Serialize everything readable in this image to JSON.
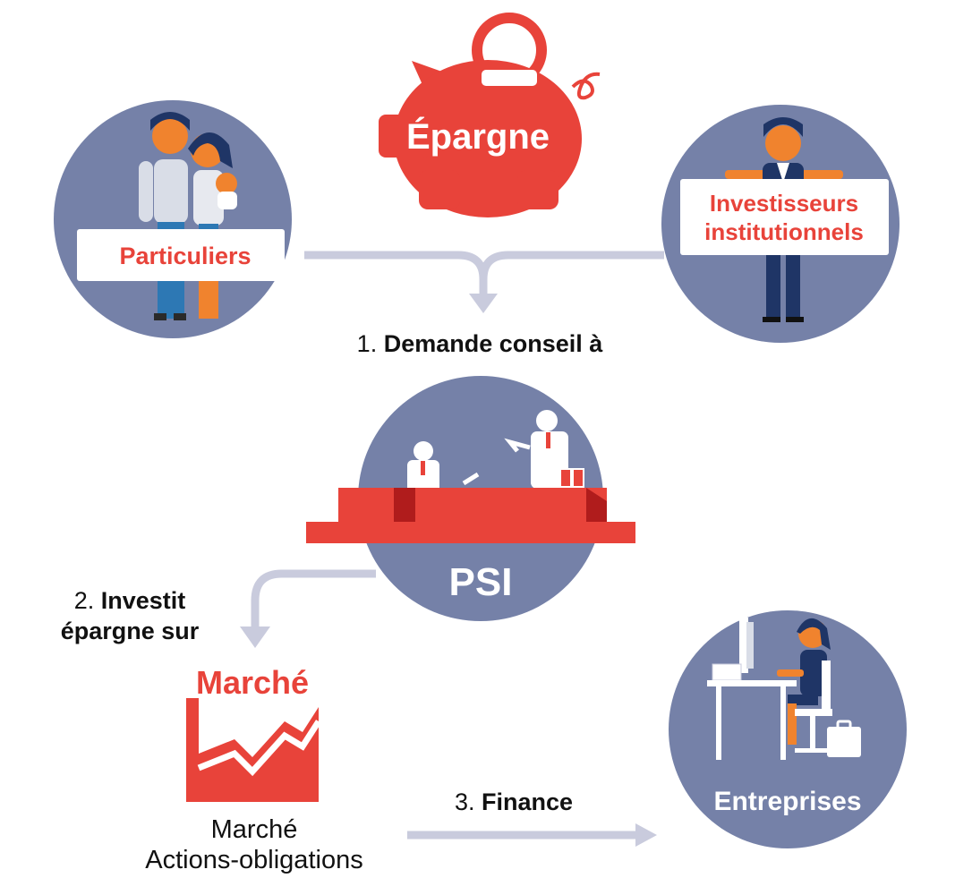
{
  "colors": {
    "circle": "#7581a8",
    "red": "#e8433a",
    "dark_red": "#b01c1c",
    "arrow": "#c9cbdd",
    "white": "#ffffff",
    "text": "#111111"
  },
  "nodes": {
    "epargne": {
      "label": "Épargne",
      "icon": "piggy-bank-icon"
    },
    "particuliers": {
      "label": "Particuliers",
      "icon": "family-icon"
    },
    "investisseurs": {
      "line1": "Investisseurs",
      "line2": "institutionnels",
      "icon": "businessman-icon"
    },
    "psi": {
      "label": "PSI",
      "icon": "advisors-desk-icon"
    },
    "marche": {
      "title": "Marché",
      "caption_line1": "Marché",
      "caption_line2": "Actions-obligations",
      "icon": "market-chart-icon"
    },
    "entreprises": {
      "label": "Entreprises",
      "icon": "office-worker-icon"
    }
  },
  "steps": {
    "step1": {
      "number": "1.",
      "text": "Demande conseil à"
    },
    "step2": {
      "number": "2.",
      "line1": "Investit",
      "line2": "épargne sur"
    },
    "step3": {
      "number": "3.",
      "text": "Finance"
    }
  }
}
